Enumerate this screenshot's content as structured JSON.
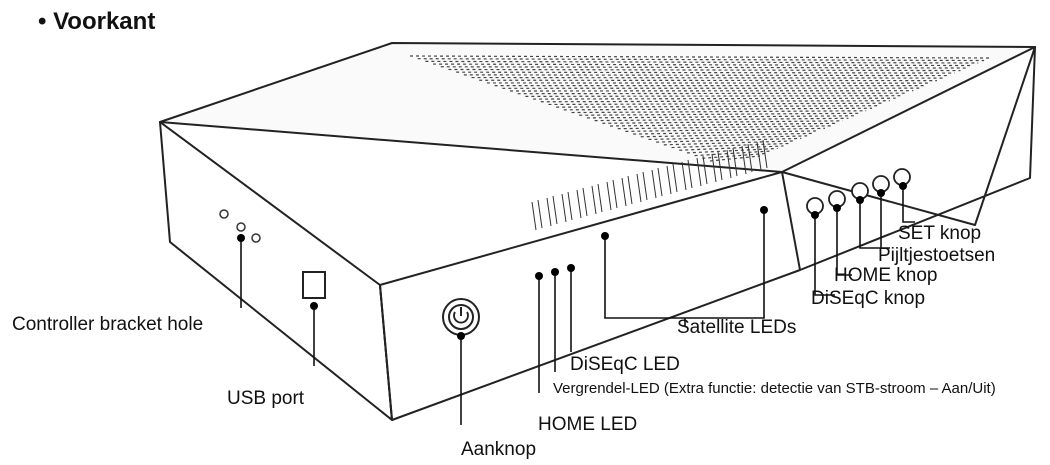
{
  "heading": "• Voorkant",
  "labels": {
    "set_knop": "SET knop",
    "pijltjestoetsen": "Pijltjestoetsen",
    "home_knop": "HOME knop",
    "diseqc_knop": "DiSEqC knop",
    "satellite_leds": "Satellite LEDs",
    "controller_bracket_hole": "Controller bracket hole",
    "diseqc_led": "DiSEqC LED",
    "usb_port": "USB port",
    "vergrendel_led": "Vergrendel-LED (Extra functie: detectie van STB-stroom – Aan/Uit)",
    "home_led": "HOME LED",
    "aanknop": "Aanknop"
  }
}
